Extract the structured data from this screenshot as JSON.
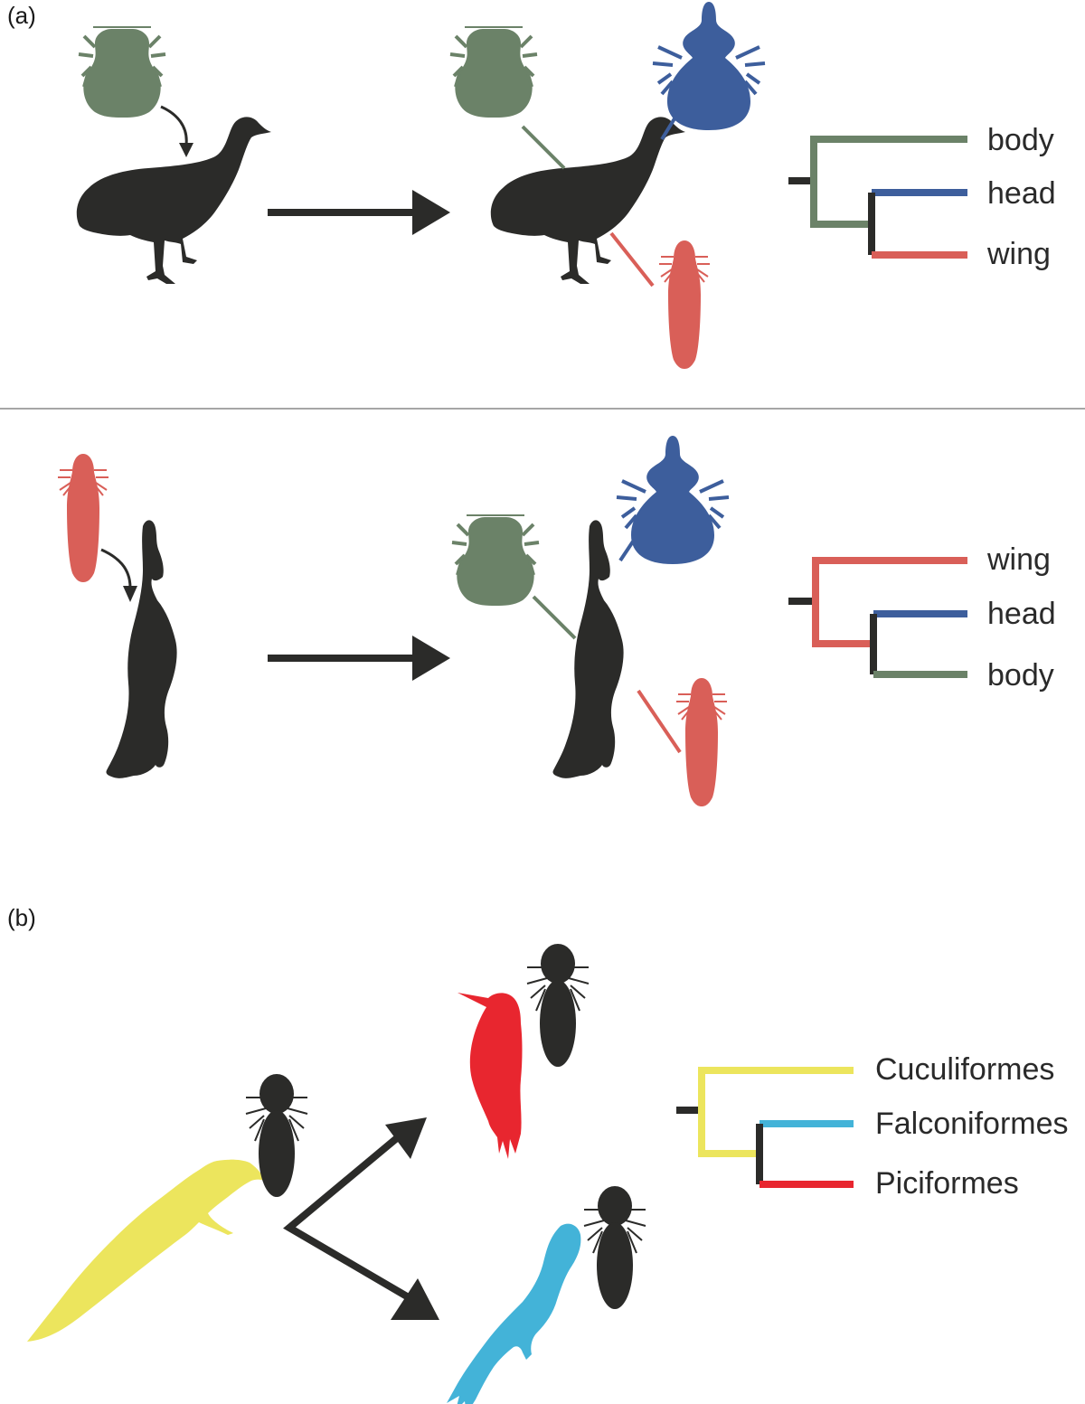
{
  "colors": {
    "black": "#2b2b29",
    "body_louse": "#6b8268",
    "head_louse": "#3d5e9c",
    "wing_louse": "#d95f58",
    "cuculiformes": "#ece55d",
    "falconiformes": "#43b3d8",
    "piciformes": "#e8262f"
  },
  "panel_a": {
    "label": "(a)",
    "top_row": {
      "tree_tips": [
        "body",
        "head",
        "wing"
      ],
      "tip_colors": [
        "#6b8268",
        "#3d5e9c",
        "#d95f58"
      ]
    },
    "bottom_row": {
      "tree_tips": [
        "wing",
        "head",
        "body"
      ],
      "tip_colors": [
        "#d95f58",
        "#3d5e9c",
        "#6b8268"
      ]
    }
  },
  "panel_b": {
    "label": "(b)",
    "tree_tips": [
      "Cuculiformes",
      "Falconiformes",
      "Piciformes"
    ],
    "tip_colors": [
      "#ece55d",
      "#43b3d8",
      "#e8262f"
    ]
  }
}
